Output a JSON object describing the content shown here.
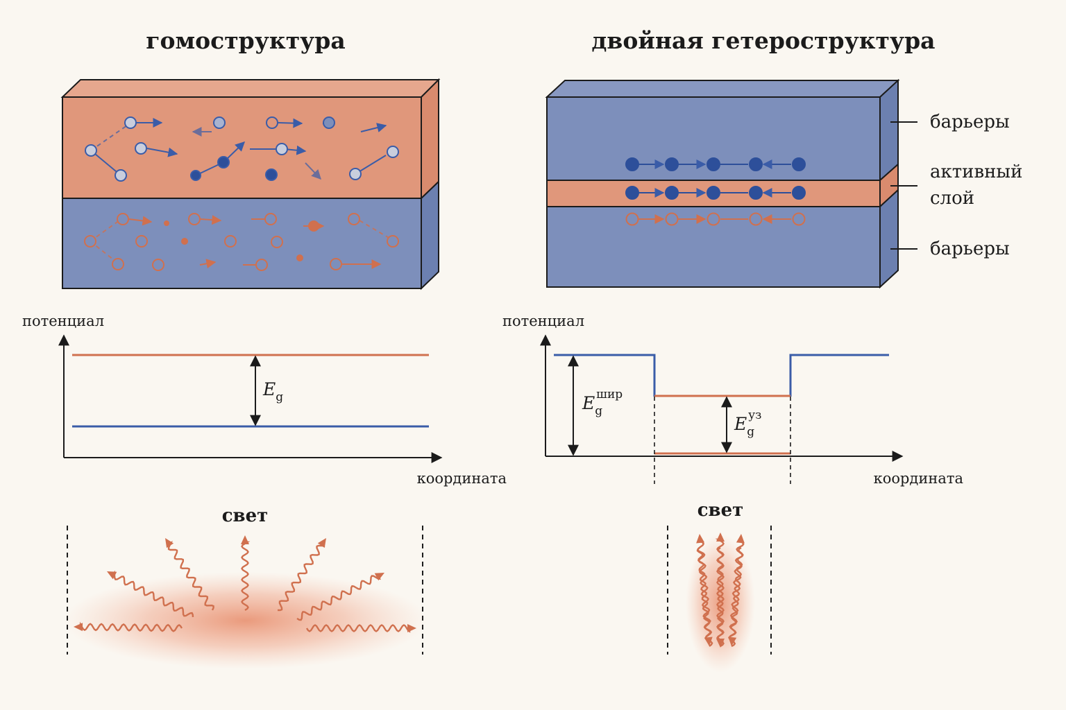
{
  "colors": {
    "background": "#faf7f1",
    "orange": "#e0977b",
    "orange_line": "#d0704e",
    "blue": "#7d8fbb",
    "blue_line": "#3a5ca8",
    "blue_dark": "#2d4f9a",
    "ink": "#1b1b1b"
  },
  "homostructure": {
    "title": "гомоструктура",
    "potential_axis": "потенциал",
    "coordinate_axis": "координата",
    "gap": {
      "symbol": "E",
      "sub": "g"
    },
    "light_label": "свет"
  },
  "double_heterostructure": {
    "title": "двойная гетероструктура",
    "layer_labels": {
      "barrier_top": "барьеры",
      "active_line1": "активный",
      "active_line2": "слой",
      "barrier_bottom": "барьеры"
    },
    "potential_axis": "потенциал",
    "coordinate_axis": "координата",
    "wide_gap": {
      "symbol": "E",
      "sub": "g",
      "sup": "шир"
    },
    "narrow_gap": {
      "symbol": "E",
      "sub": "g",
      "sup": "уз"
    },
    "light_label": "свет"
  }
}
